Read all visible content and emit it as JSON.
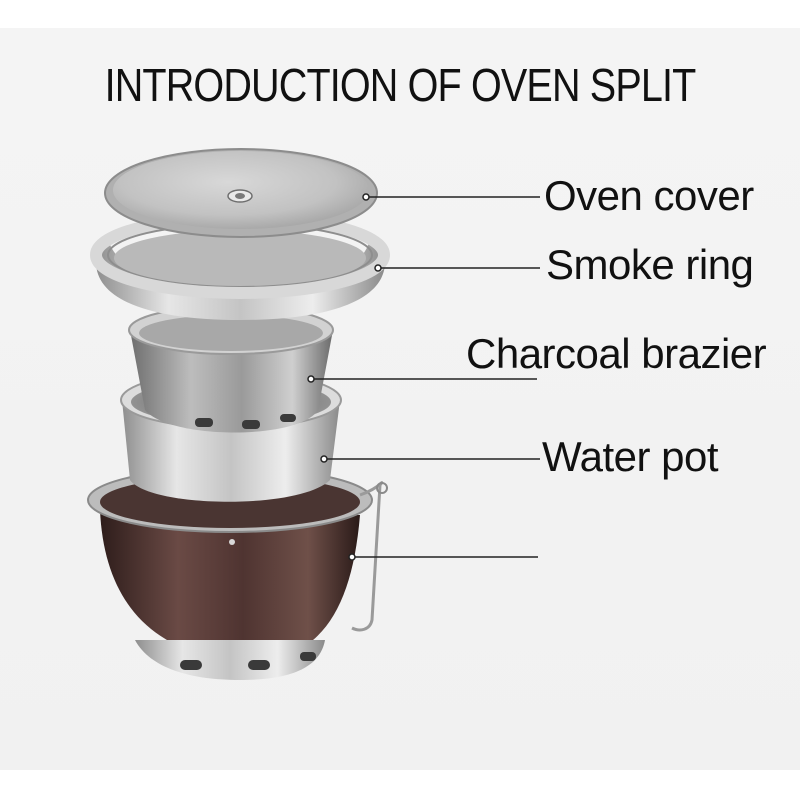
{
  "title": "INTRODUCTION OF OVEN SPLIT",
  "labels": {
    "oven_cover": "Oven cover",
    "smoke_ring": "Smoke ring",
    "charcoal_brazier": "Charcoal brazier",
    "water_pot": "Water pot"
  },
  "colors": {
    "background": "#f2f2f2",
    "text": "#111111",
    "leader_line": "#222222",
    "steel": "#b8b8b8",
    "outer_pot": "#4a3330"
  }
}
